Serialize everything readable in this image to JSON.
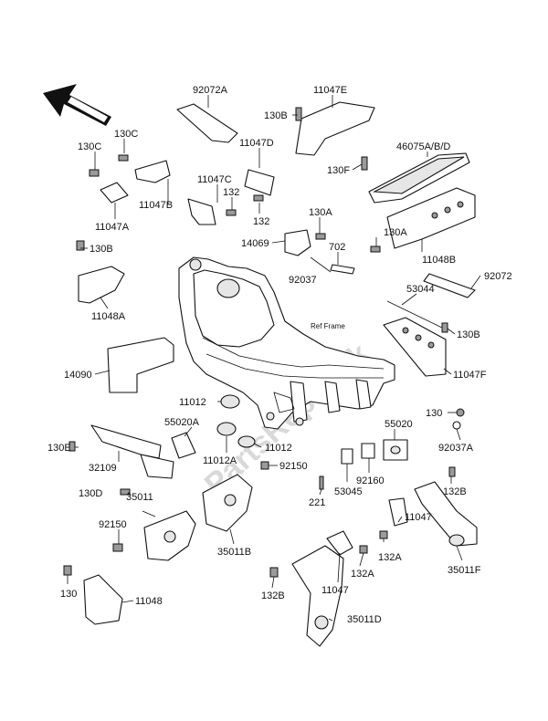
{
  "watermark": "PartsRepublik",
  "frame_label": "Ref Frame",
  "icons": {
    "direction": "front-arrow-icon"
  },
  "parts": {
    "p92072a": "92072A",
    "p11047e": "11047E",
    "p130b_top": "130B",
    "p130c_a": "130C",
    "p130c_b": "130C",
    "p11047d": "11047D",
    "p46075": "46075A/B/D",
    "p130f": "130F",
    "p11047c": "11047C",
    "p132_a": "132",
    "p11047b": "11047B",
    "p132_b": "132",
    "p11047a": "11047A",
    "p130a_a": "130A",
    "p14069": "14069",
    "p702": "702",
    "p130a_b": "130A",
    "p11048b": "11048B",
    "p130b_left": "130B",
    "p92037": "92037",
    "p92072": "92072",
    "p11048a": "11048A",
    "p53044": "53044",
    "p130b_right": "130B",
    "p14090": "14090",
    "p11047f": "11047F",
    "p11012_a": "11012",
    "p55020a": "55020A",
    "p130_right": "130",
    "p55020": "55020",
    "p11012a": "11012A",
    "p11012_b": "11012",
    "p92037a": "92037A",
    "p130e": "130E",
    "p32109": "32109",
    "p92150_a": "92150",
    "p92160": "92160",
    "p130d": "130D",
    "p35011": "35011",
    "p221": "221",
    "p53045": "53045",
    "p132b_right": "132B",
    "p92150_b": "92150",
    "p35011b": "35011B",
    "p11047_right": "11047",
    "p132a_right": "132A",
    "p35011f": "35011F",
    "p130_left": "130",
    "p11048": "11048",
    "p132a_mid": "132A",
    "p132b_mid": "132B",
    "p11047_mid": "11047",
    "p35011d": "35011D"
  }
}
